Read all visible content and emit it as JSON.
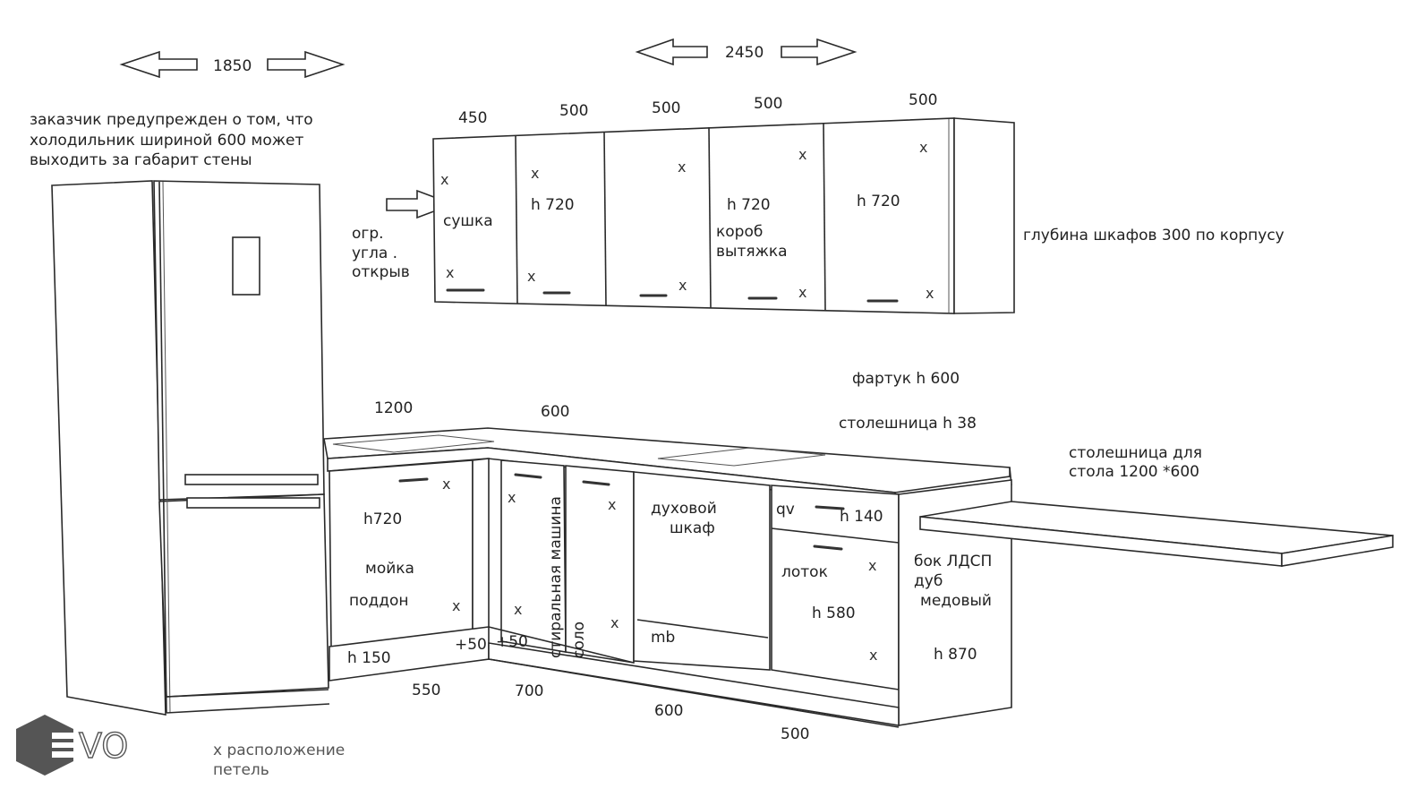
{
  "dimensions": {
    "fridge_width": "1850",
    "upper_total": "2450",
    "upper_widths": [
      "450",
      "500",
      "500",
      "500",
      "500"
    ],
    "counter_left": "1200",
    "counter_mid": "600",
    "base_bottom": [
      "550",
      "700",
      "600",
      "500"
    ],
    "plus_left": "+50",
    "plus_right": "+50",
    "plinth": "h 150"
  },
  "notes": {
    "fridge_warning": [
      "заказчик предупрежден о том, что",
      "холодильник шириной 600 может",
      "выходить за габарит стены"
    ],
    "corner_limiter": [
      "огр.",
      "угла .",
      "открыв"
    ],
    "cabinet_depth": "глубина шкафов 300 по корпусу",
    "backsplash": "фартук h 600",
    "countertop": "столешница h 38",
    "table_top": [
      "столешница для",
      "стола  1200 *600"
    ],
    "side_panel": [
      "бок ЛДСП",
      "дуб",
      "медовый"
    ],
    "side_height": "h 870",
    "hinge_legend": [
      "x расположение",
      "петель"
    ]
  },
  "upper_labels": {
    "dryer": "сушка",
    "h1": "h 720",
    "h2": "h 720",
    "hood": [
      "короб",
      "вытяжка"
    ],
    "h3": "h 720"
  },
  "base_labels": {
    "h720": "h720",
    "sink": "мойка",
    "tray": "поддон",
    "washer": "стиральная машина",
    "solo": "соло",
    "oven": [
      "духовой",
      "шкаф"
    ],
    "mb": "mb",
    "qv": "qv",
    "h140": "h 140",
    "lotok": "лоток",
    "h580": "h 580"
  },
  "hinge_mark": "x",
  "logo": {
    "text": "VO",
    "color": "#555555"
  }
}
